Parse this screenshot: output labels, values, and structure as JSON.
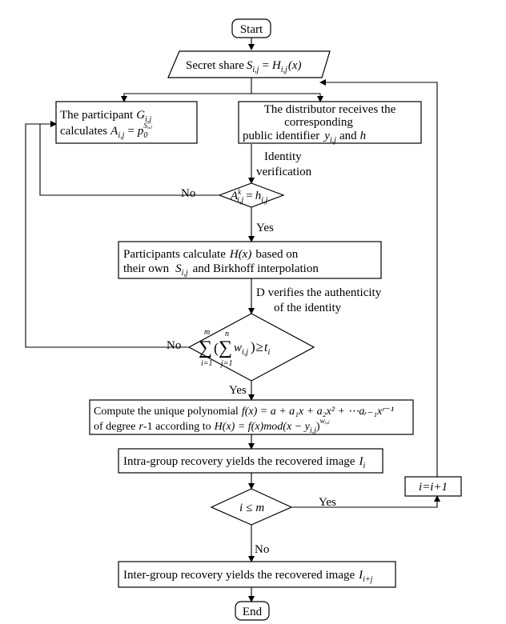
{
  "nodes": {
    "start": "Start",
    "secret_share": {
      "text": "Secret share",
      "formula_lhs": "S",
      "lhs_sub": "i,j",
      "eq": "=",
      "formula_rhs": "H",
      "rhs_sub": "i,j",
      "arg": "(x)"
    },
    "participant": {
      "line1": "The participant",
      "G": "G",
      "G_sub": "i,j",
      "line2": "calculates",
      "A": "A",
      "A_sub": "i,j",
      "eq": "=",
      "p": "p",
      "p_sub": "0",
      "p_sup": "Sᵢ,ⱼ"
    },
    "distributor": {
      "line1": "The distributor receives the",
      "line2": "corresponding",
      "line3": "public identifier",
      "y": "y",
      "y_sub": "i,j",
      "and": "and",
      "h": "h"
    },
    "decision1": {
      "A": "A",
      "A_sup": "k",
      "A_sub": "i,j",
      "eq": "=",
      "h": "h",
      "h_sub": "i,j"
    },
    "calc_H": {
      "line1a": "Participants calculate",
      "line1b": "H(x)",
      "line1c": "based on",
      "line2a": "their own",
      "S": "S",
      "S_sub": "i,j",
      "line2b": "and Birkhoff interpolation"
    },
    "decision2": {
      "sum1": "∑",
      "sum1_top": "m",
      "sum1_bot": "i=1",
      "sum2": "∑",
      "sum2_top": "n",
      "sum2_bot": "j=1",
      "open": "(",
      "w": "w",
      "w_sub": "i,j",
      "close": ")",
      "geq": "≥",
      "t": "t",
      "t_sub": "i"
    },
    "polynomial": {
      "line1a": "Compute the unique polynomial",
      "line1b": "f(x) = a + a₁x + a₂x² + ⋯aᵣ₋₁xʳ⁻¹",
      "line2a": "of degree",
      "r": "r",
      "line2b": "-1 according to",
      "line2c": "H(x) = f(x)mod(x − y",
      "line2c_sub": "i,j",
      "line2d": ")",
      "line2d_sup": "wᵢ,ⱼ"
    },
    "intra": {
      "text": "Intra-group recovery yields the recovered image",
      "I": "I",
      "I_sub": "i"
    },
    "increment": "i=i+1",
    "decision3": {
      "i": "i",
      "leq": "≤",
      "m": "m"
    },
    "inter": {
      "text": "Inter-group recovery yields the recovered image",
      "I": "I",
      "I_sub": "i+j"
    },
    "end": "End"
  },
  "edge_labels": {
    "identity_verification_1": "Identity",
    "identity_verification_2": "verification",
    "no1": "No",
    "yes1": "Yes",
    "d_verifies_1": "D verifies the authenticity",
    "d_verifies_2": "of the identity",
    "no2": "No",
    "yes2": "Yes",
    "yes3": "Yes",
    "no3": "No"
  }
}
